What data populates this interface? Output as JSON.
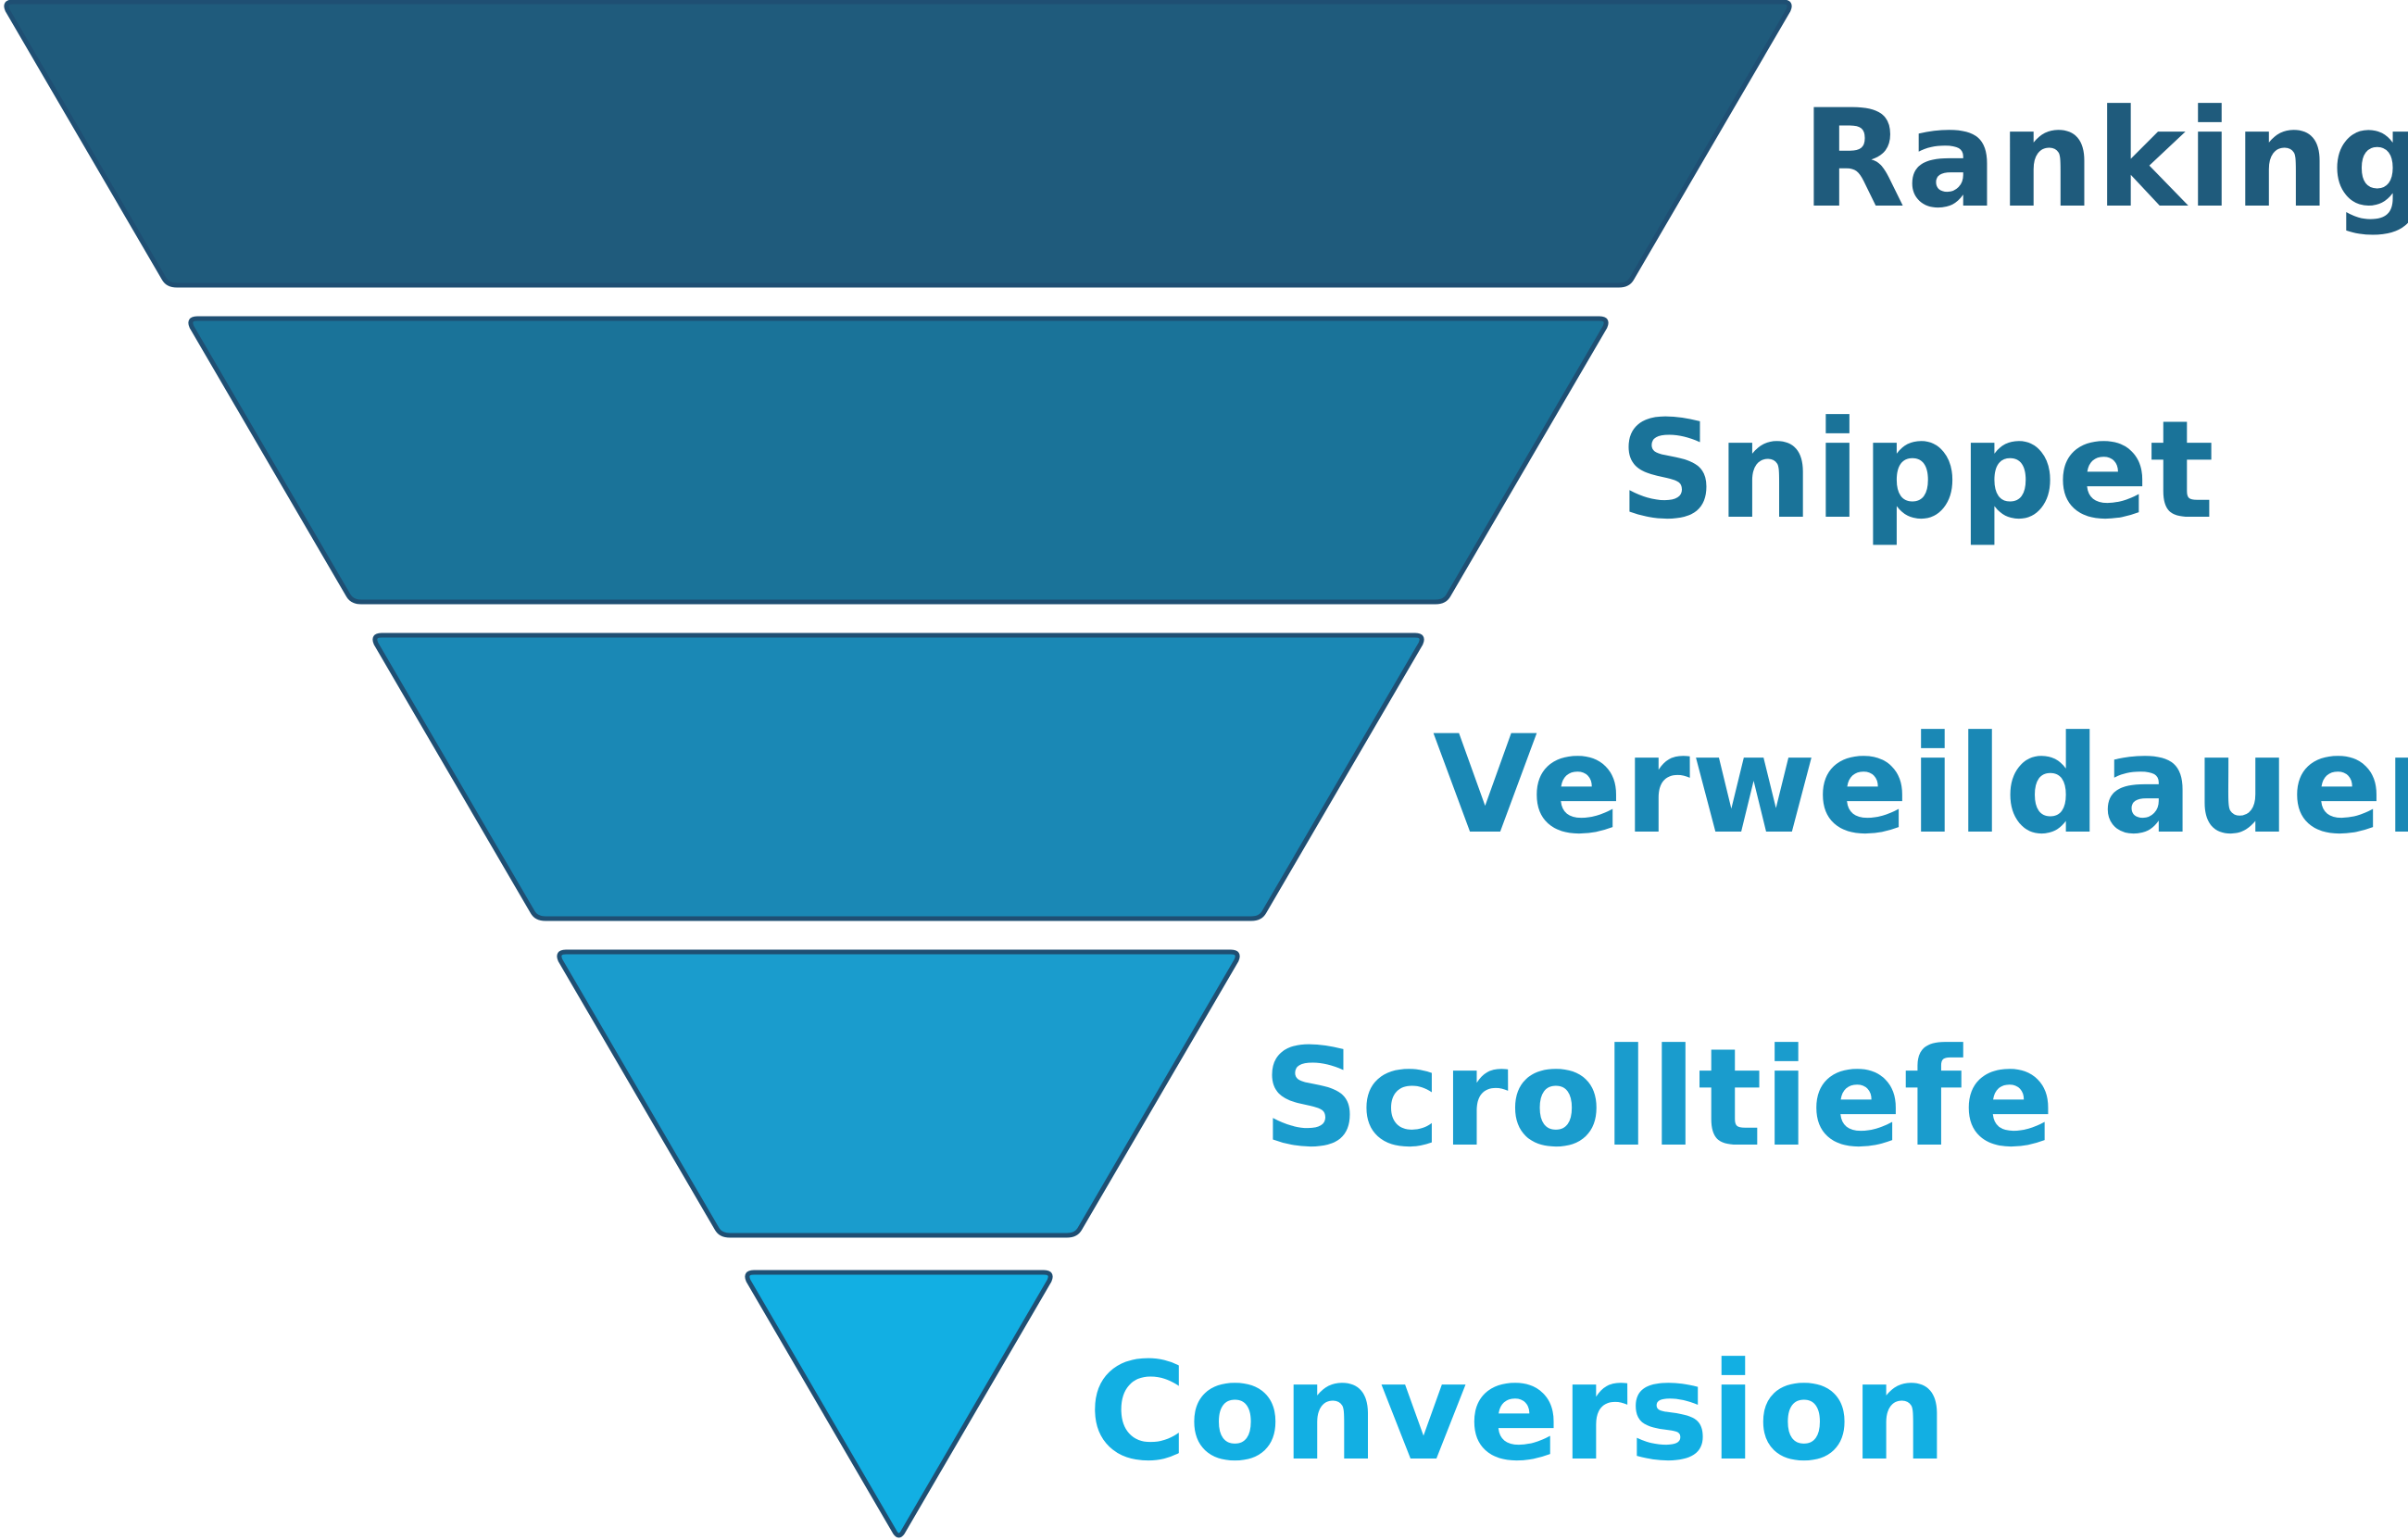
{
  "funnel": {
    "stages": [
      {
        "label": "Ranking",
        "color": "#1f5b7c",
        "text_color": "#1f5b7c"
      },
      {
        "label": "Snippet",
        "color": "#1a7399",
        "text_color": "#1a7399"
      },
      {
        "label": "Verweildauer",
        "color": "#1a88b5",
        "text_color": "#1a88b5"
      },
      {
        "label": "Scrolltiefe",
        "color": "#1a9ccd",
        "text_color": "#1a9ccd"
      },
      {
        "label": "Conversion",
        "color": "#12afe3",
        "text_color": "#12afe3"
      }
    ],
    "outline_color": "#1f4f73"
  }
}
